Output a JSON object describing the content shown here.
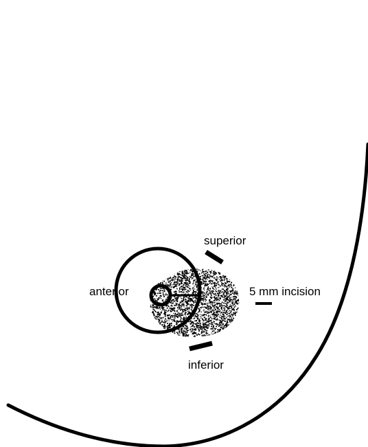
{
  "labels": {
    "superior": "superior",
    "anterior": "anterior",
    "incision": "5 mm incision",
    "inferior": "inferior"
  },
  "colors": {
    "ink": "#000000",
    "background": "#ffffff"
  }
}
